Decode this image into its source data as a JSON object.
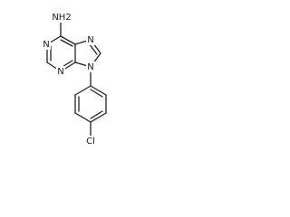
{
  "molecule": {
    "atoms": {
      "nh2": "NH2",
      "n1": "N",
      "n3": "N",
      "n7": "N",
      "n9": "N",
      "cl": "Cl"
    }
  }
}
